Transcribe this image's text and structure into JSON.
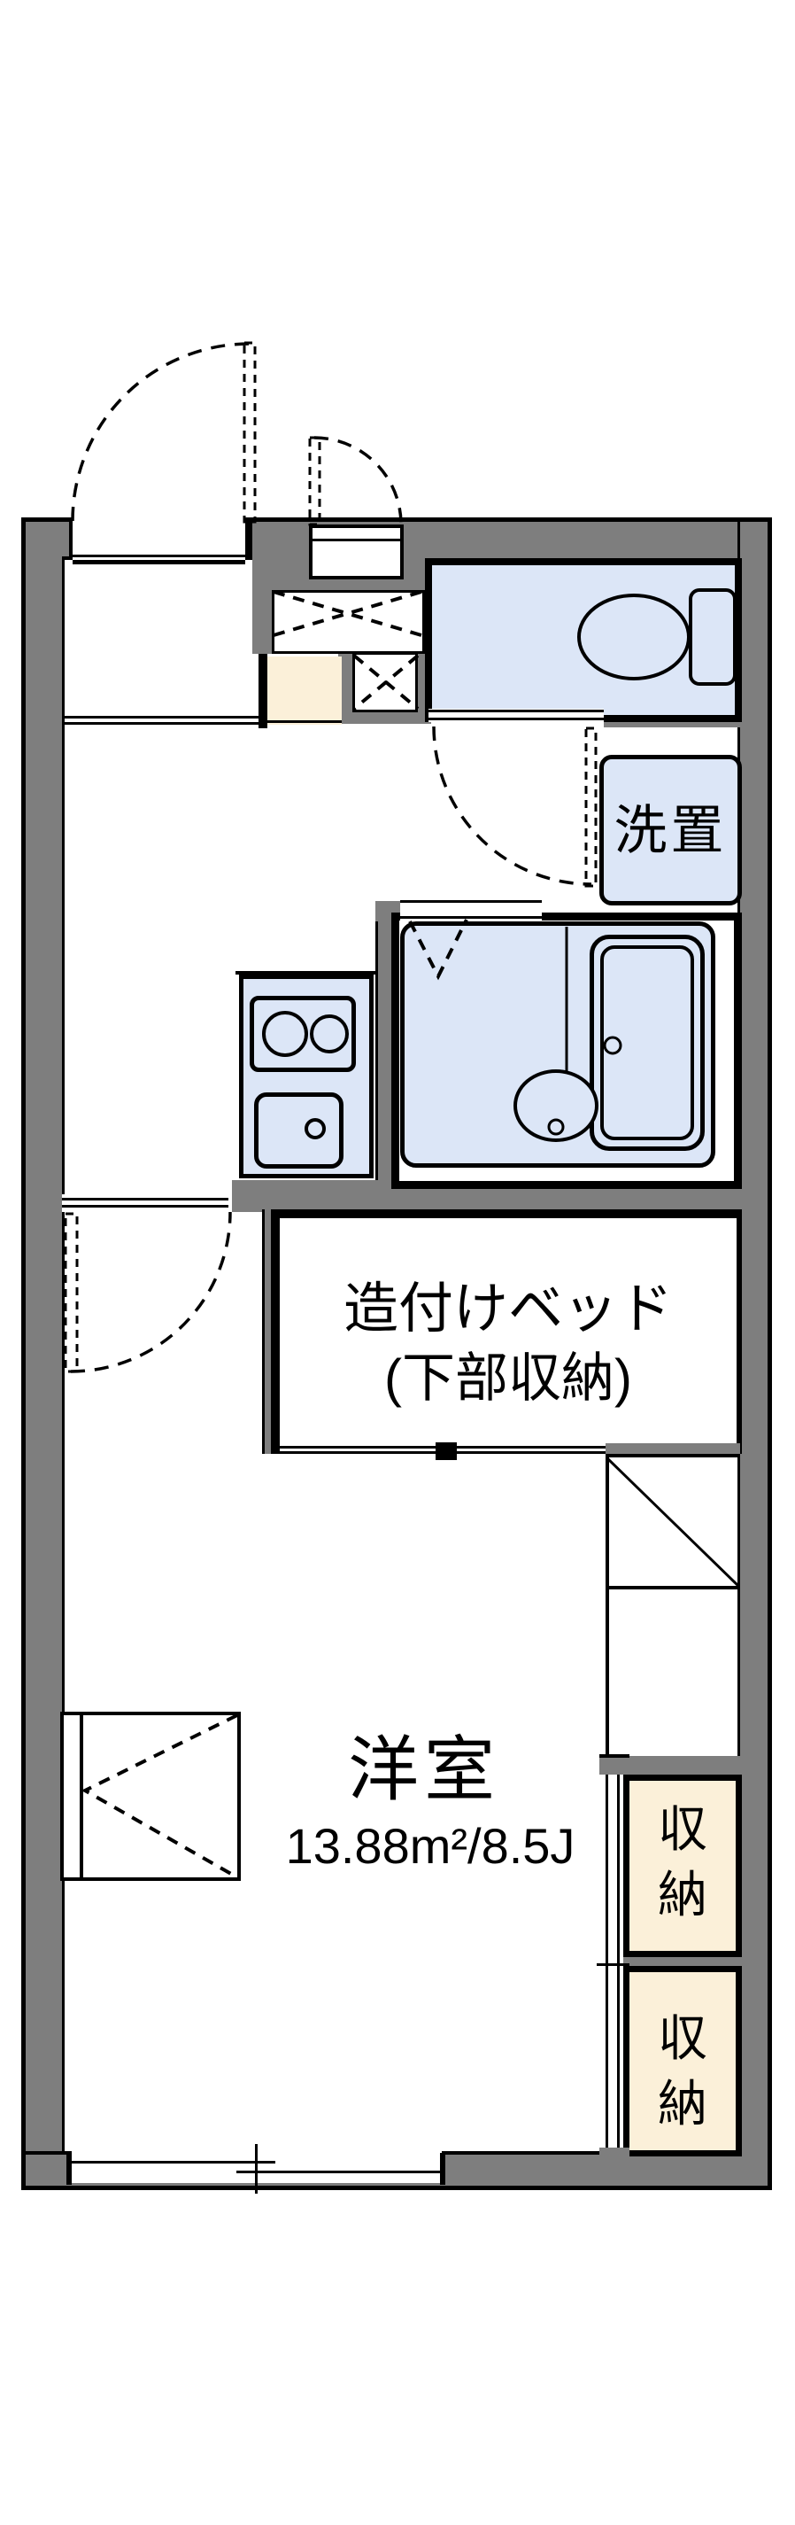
{
  "colors": {
    "wall": "#7e7e7e",
    "water": "#dce6f7",
    "entry": "#fbf0d9",
    "line": "#000000",
    "bg": "#ffffff"
  },
  "labels": {
    "washer": "洗置",
    "bed_line1": "造付けベッド",
    "bed_line2": "(下部収納)",
    "room_name": "洋室",
    "room_size": "13.88m²/8.5J",
    "closet_upper": "収納",
    "closet_lower": "収納"
  }
}
